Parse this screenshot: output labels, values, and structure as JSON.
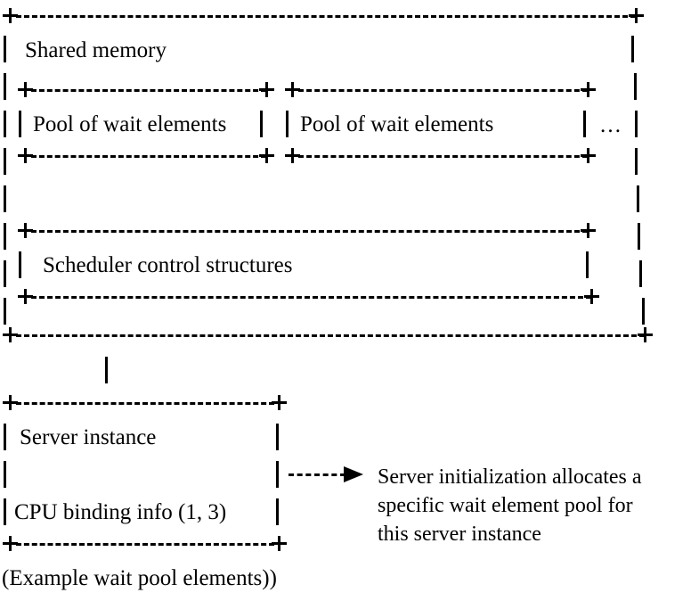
{
  "figure": {
    "type": "ascii-art-block-diagram",
    "caption": "(Example wait pool elements))"
  },
  "outer_box": {
    "title": "Shared memory"
  },
  "pools": [
    {
      "label": "Pool of wait elements"
    },
    {
      "label": "Pool of wait elements"
    }
  ],
  "ellipsis": "…",
  "scheduler_box": {
    "label": "Scheduler control structures"
  },
  "server_box": {
    "line1": "Server instance",
    "line2": "",
    "line3": "CPU binding info (1, 3)"
  },
  "annotation": {
    "line1": "Server initialization allocates a",
    "line2": "specific wait element pool for",
    "line3": "this server instance"
  },
  "colors": {
    "ink": "#000000",
    "paper": "#ffffff"
  }
}
